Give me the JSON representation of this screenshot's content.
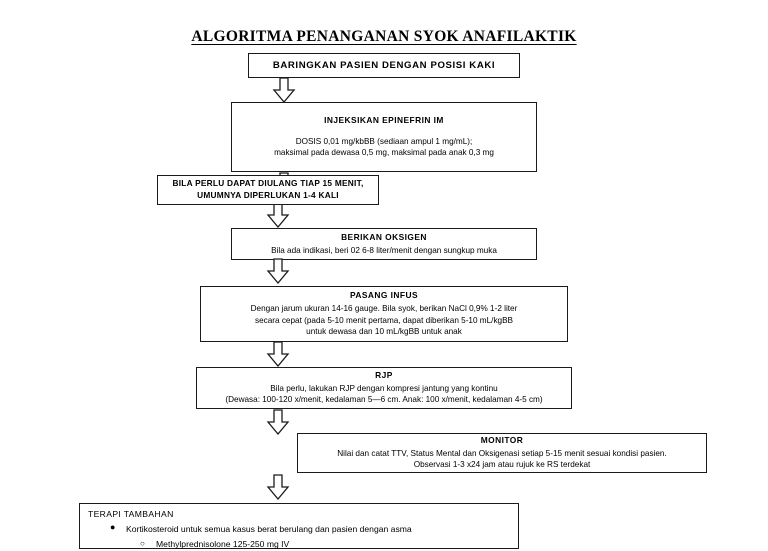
{
  "title": "ALGORITMA PENANGANAN SYOK ANAFILAKTIK",
  "steps": {
    "baringkan": {
      "header": "BARINGKAN PASIEN DENGAN POSISI KAKI"
    },
    "epinefrin": {
      "header": "INJEKSIKAN EPINEFRIN IM",
      "line1": "DOSIS 0,01 mg/kbBB (sediaan ampul 1 mg/mL);",
      "line2": "maksimal pada dewasa 0,5 mg, maksimal pada anak 0,3 mg"
    },
    "ulang": {
      "line1": "BILA PERLU DAPAT DIULANG TIAP 15 MENIT,",
      "line2": "UMUMNYA DIPERLUKAN 1-4 KALI"
    },
    "oksigen": {
      "header": "BERIKAN OKSIGEN",
      "line1": "Bila ada indikasi, beri  02 6-8 liter/menit dengan sungkup muka"
    },
    "infus": {
      "header": "PASANG INFUS",
      "line1": "Dengan jarum ukuran 14-16 gauge. Bila syok, berikan NaCl 0,9% 1-2 liter",
      "line2": "secara cepat (pada 5-10 menit pertama, dapat diberikan 5-10 mL/kgBB",
      "line3": "untuk dewasa dan 10 mL/kgBB untuk anak"
    },
    "rjp": {
      "header": "RJP",
      "line1": "Bila perlu, lakukan RJP dengan kompresi jantung yang kontinu",
      "line2": "(Dewasa: 100-120 x/menit, kedalaman 5—6 cm. Anak: 100 x/menit, kedalaman 4-5 cm)"
    },
    "monitor": {
      "header": "MONITOR",
      "line1": "Nilai dan catat TTV, Status Mental dan Oksigenasi setiap 5-15 menit sesuai kondisi pasien.",
      "line2": "Observasi 1-3 x24 jam atau rujuk ke RS terdekat"
    },
    "terapi_tambahan": {
      "header": "TERAPI TAMBAHAN",
      "bullet1": "Kortikosteroid untuk semua kasus berat berulang dan pasien dengan asma",
      "bullet1_marker": "●",
      "bullet2": "Methylprednisolone 125-250 mg IV",
      "bullet2_marker": "○"
    }
  },
  "arrows": {
    "count": 7,
    "shape": "block-down-arrow",
    "color": "#1b1b1b"
  },
  "colors": {
    "background": "#ffffff",
    "stroke": "#1b1b1b",
    "text": "#000000"
  }
}
